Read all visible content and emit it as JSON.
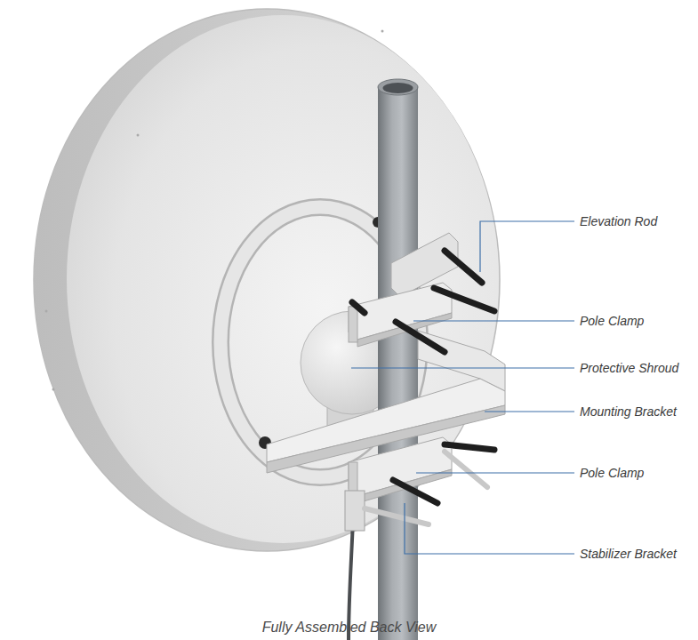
{
  "diagram": {
    "caption": "Fully Assembled Back View",
    "labels": [
      "Elevation Rod",
      "Pole Clamp",
      "Protective Shroud",
      "Mounting Bracket",
      "Pole Clamp",
      "Stabilizer Bracket"
    ]
  }
}
